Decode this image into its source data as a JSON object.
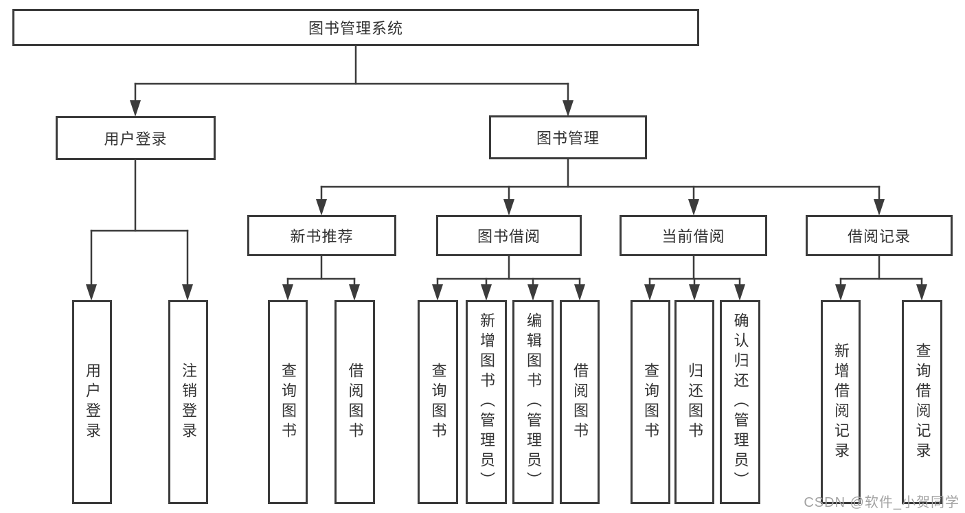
{
  "tree": {
    "label": "图书管理系统",
    "children": [
      {
        "label": "用户登录",
        "children": [
          {
            "label": "用户登录"
          },
          {
            "label": "注销登录"
          }
        ]
      },
      {
        "label": "图书管理",
        "children": [
          {
            "label": "新书推荐",
            "children": [
              {
                "label": "查询图书"
              },
              {
                "label": "借阅图书"
              }
            ]
          },
          {
            "label": "图书借阅",
            "children": [
              {
                "label": "查询图书"
              },
              {
                "label": "新增图书（管理员）"
              },
              {
                "label": "编辑图书（管理员）"
              },
              {
                "label": "借阅图书"
              }
            ]
          },
          {
            "label": "当前借阅",
            "children": [
              {
                "label": "查询图书"
              },
              {
                "label": "归还图书"
              },
              {
                "label": "确认归还（管理员）"
              }
            ]
          },
          {
            "label": "借阅记录",
            "children": [
              {
                "label": "新增借阅记录"
              },
              {
                "label": "查询借阅记录"
              }
            ]
          }
        ]
      }
    ]
  },
  "watermark": "CSDN @软件_小贺同学",
  "colors": {
    "line": "#3b3b3b",
    "text": "#333333",
    "box_background": "#ffffff",
    "watermark": "#a3a3a3",
    "background": "#ffffff"
  }
}
